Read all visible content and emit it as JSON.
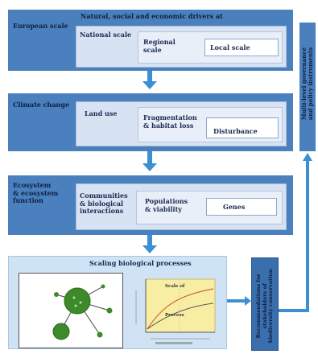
{
  "rows": [
    {
      "left_label": "European scale",
      "top_label": "Natural, social and economic drivers at",
      "l1": "National scale",
      "l2": "Regional\nscale",
      "l3": "Local scale"
    },
    {
      "left_label": "Climate change",
      "l1": "Land use",
      "l2": "Fragmentation\n& habitat loss",
      "l3": "Disturbance"
    },
    {
      "left_label": "Ecosystem\n& ecosystem\nfunction",
      "l1": "Communities\n& biological\ninteractions",
      "l2": "Populations\n& viability",
      "l3": "Genes"
    }
  ],
  "bottom": {
    "title": "Scaling biological processes"
  },
  "side_right": "Multi-level governance\nand policy instruments",
  "side_bottom": "Recommendations for\nstakeholders of\nbiodiversity conservation",
  "mini_chart": {
    "label1": "Scale of",
    "label2": "Process"
  }
}
